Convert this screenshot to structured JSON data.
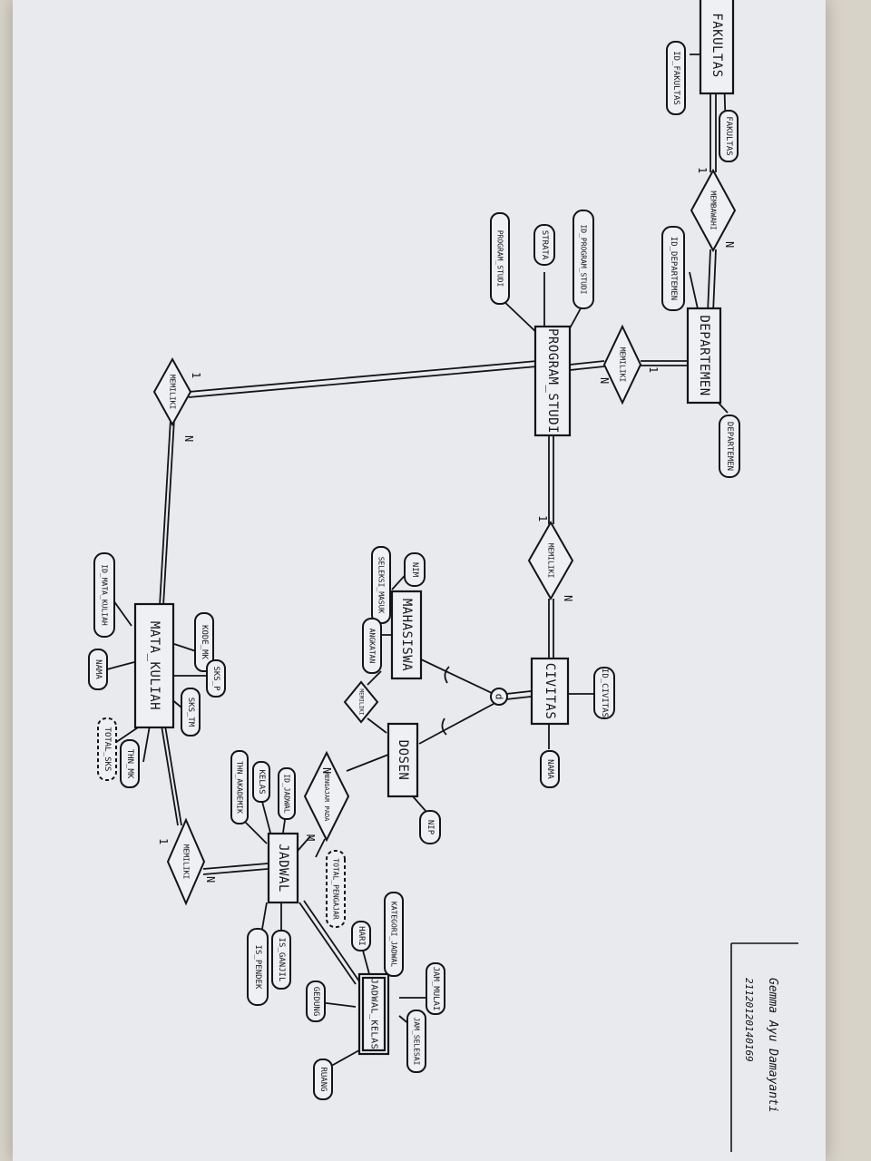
{
  "entities": {
    "fakultas": "FAKULTAS",
    "departemen": "DEPARTEMEN",
    "program_studi": "PROGRAM_STUDI",
    "civitas": "CIVITAS",
    "mahasiswa": "MAHASISWA",
    "dosen": "DOSEN",
    "mata_kuliah": "MATA_KULIAH",
    "jadwal": "JADWAL",
    "jadwal_kelas": "JADWAL_KELAS"
  },
  "attributes": {
    "id_fakultas": "ID_FAKULTAS",
    "fakultas": "FAKULTAS",
    "id_departemen": "ID_DEPARTEMEN",
    "departemen": "DEPARTEMEN",
    "id_program_studi": "ID_PROGRAM_STUDI",
    "strata": "STRATA",
    "program_studi": "PROGRAM_STUDI",
    "nim": "NIM",
    "seleksi_masuk": "SELEKSI_MASUK",
    "angkatan": "ANGKATAN",
    "id_civitas": "ID_CIVITAS",
    "nama_civitas": "NAMA",
    "nip": "NIP",
    "id_mata_kuliah": "ID_MATA_KULIAH",
    "nama_mk": "NAMA",
    "kode_mk": "KODE_MK",
    "sks_p": "SKS_P",
    "sks_tm": "SKS_TM",
    "thn_mk": "THN_MK",
    "total_sks": "TOTAL_SKS",
    "id_jadwal": "ID_JADWAL",
    "kelas": "KELAS",
    "thn_akademik": "THN_AKADEMIK",
    "total_pengajar": "TOTAL_PENGAJAR",
    "is_ganjil": "IS_GANJIL",
    "is_pendek": "IS_PENDEK",
    "kategori_jadwal": "KATEGORI_JADWAL",
    "hari": "HARI",
    "jam_mulai": "JAM_MULAI",
    "jam_selesai": "JAM_SELESAI",
    "gedung": "GEDUNG",
    "ruang": "RUANG"
  },
  "relationships": {
    "membawahi": "MEMBAWAHI",
    "memiliki_dep_prodi": "MEMILIKI",
    "memiliki_prodi_mk": "MEMILIKI",
    "memiliki_prodi_civitas": "MEMILIKI",
    "memiliki_mk_jadwal": "MEMILIKI",
    "memiliki_dosen": "MEMILIKI",
    "mengajar_pada": "MENGAJAR PADA"
  },
  "cardinalities": {
    "fak_1": "1",
    "fak_n": "N",
    "dep_1": "1",
    "prodi_n": "N",
    "prodi_1a": "1",
    "mk_n": "N",
    "prodi_1b": "1",
    "civ_n": "N",
    "mk_1": "1",
    "jad_n": "N",
    "dosen_n": "N",
    "jadwal_m": "M"
  },
  "disjoint_symbol": "d",
  "signature": {
    "name": "Gemma Ayu Damayanti",
    "id": "21120120140169"
  }
}
